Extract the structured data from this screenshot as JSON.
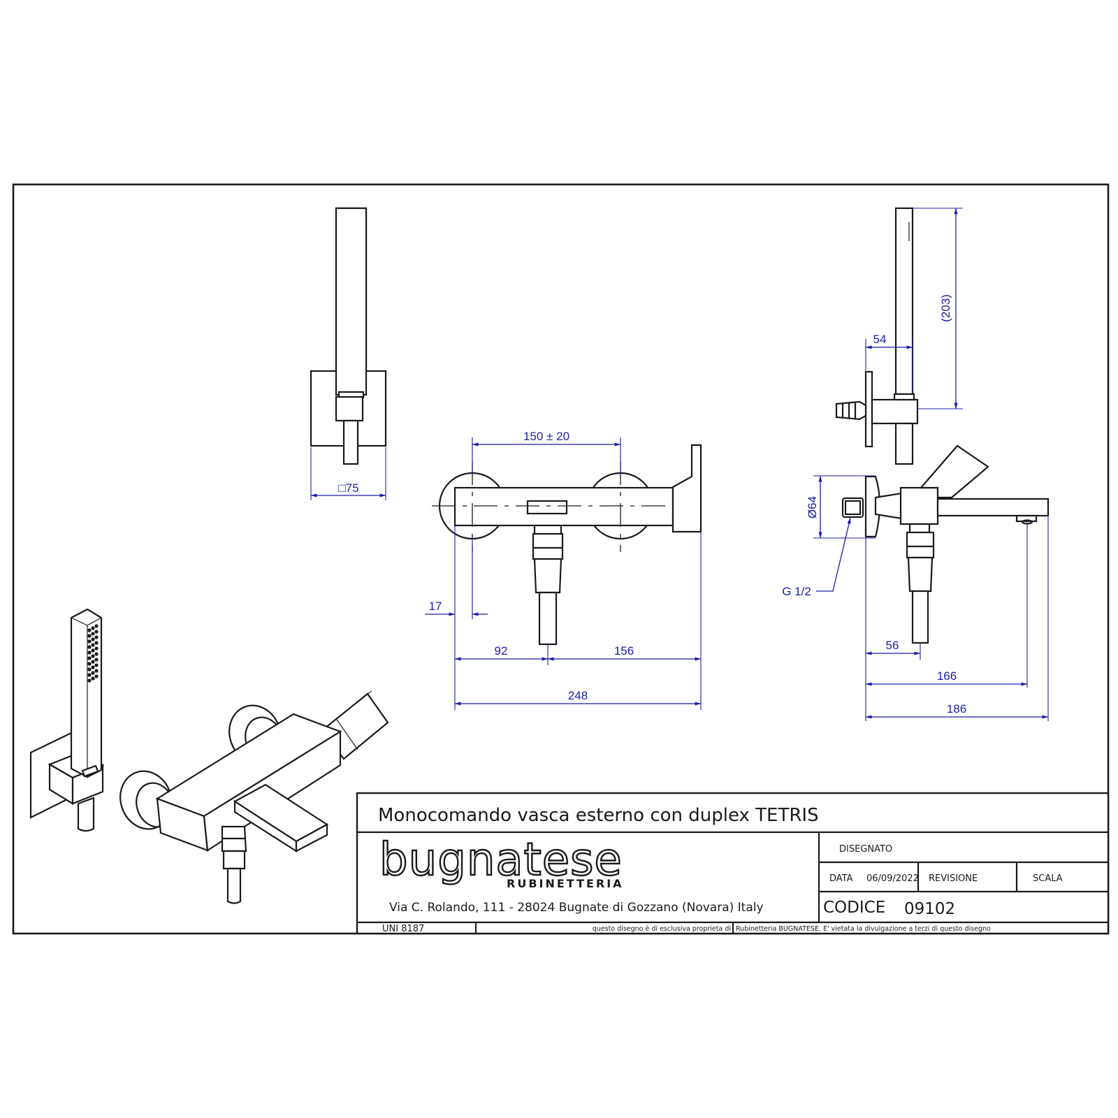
{
  "drawing": {
    "title": "Monocomando vasca esterno con duplex TETRIS",
    "company": {
      "logo_name": "bugnatese",
      "logo_sub": "RUBINETTERIA",
      "address": "Via C. Rolando, 111 - 28024 Bugnate di Gozzano (Novara) Italy"
    },
    "title_block": {
      "disegnato_label": "DISEGNATO",
      "data_label": "DATA",
      "data_value": "06/09/2022",
      "revisione_label": "REVISIONE",
      "scala_label": "SCALA",
      "codice_label": "CODICE",
      "codice_value": "09102",
      "standard": "UNI 8187",
      "copyright_left": "questo disegno è di esclusiva proprieta di",
      "copyright_right": "Rubinetteria BUGNATESE. E' vietata la divulgazione a terzi di questo disegno"
    }
  },
  "dimensions": {
    "front_view": {
      "centres": "150 ± 20",
      "eccentric": "17",
      "left_to_outlet": "92",
      "outlet_to_right": "156",
      "overall_width": "248"
    },
    "wall_bracket": {
      "square": "□75"
    },
    "side_view": {
      "handshower_height": "(203)",
      "bracket_depth": "54",
      "rosette_diameter": "Ø64",
      "connection": "G 1/2",
      "outlet_depth": "56",
      "spout_depth": "166",
      "overall_depth": "186"
    }
  },
  "colors": {
    "line": "#1a1a1a",
    "dimension": "#1c1ca8",
    "background": "#ffffff"
  }
}
